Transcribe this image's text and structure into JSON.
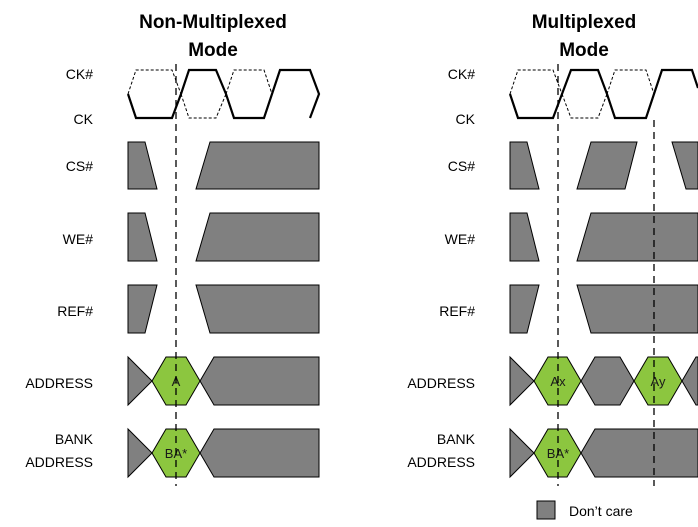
{
  "panels": {
    "left_title_line1": "Non-Multiplexed",
    "left_title_line2": "Mode",
    "right_title_line1": "Multiplexed",
    "right_title_line2": "Mode"
  },
  "signals": {
    "ck_n": "CK#",
    "ck": "CK",
    "cs_n": "CS#",
    "we_n": "WE#",
    "ref_n": "REF#",
    "address": "ADDRESS",
    "bank_line1": "BANK",
    "bank_line2": "ADDRESS"
  },
  "values": {
    "left_address": "A",
    "left_bank": "BA*",
    "right_address_1": "Ax",
    "right_address_2": "Ay",
    "right_bank": "BA*"
  },
  "legend": {
    "dont_care": "Don’t care"
  },
  "colors": {
    "dont_care_fill": "#808080",
    "valid_fill": "#8cc63f"
  }
}
